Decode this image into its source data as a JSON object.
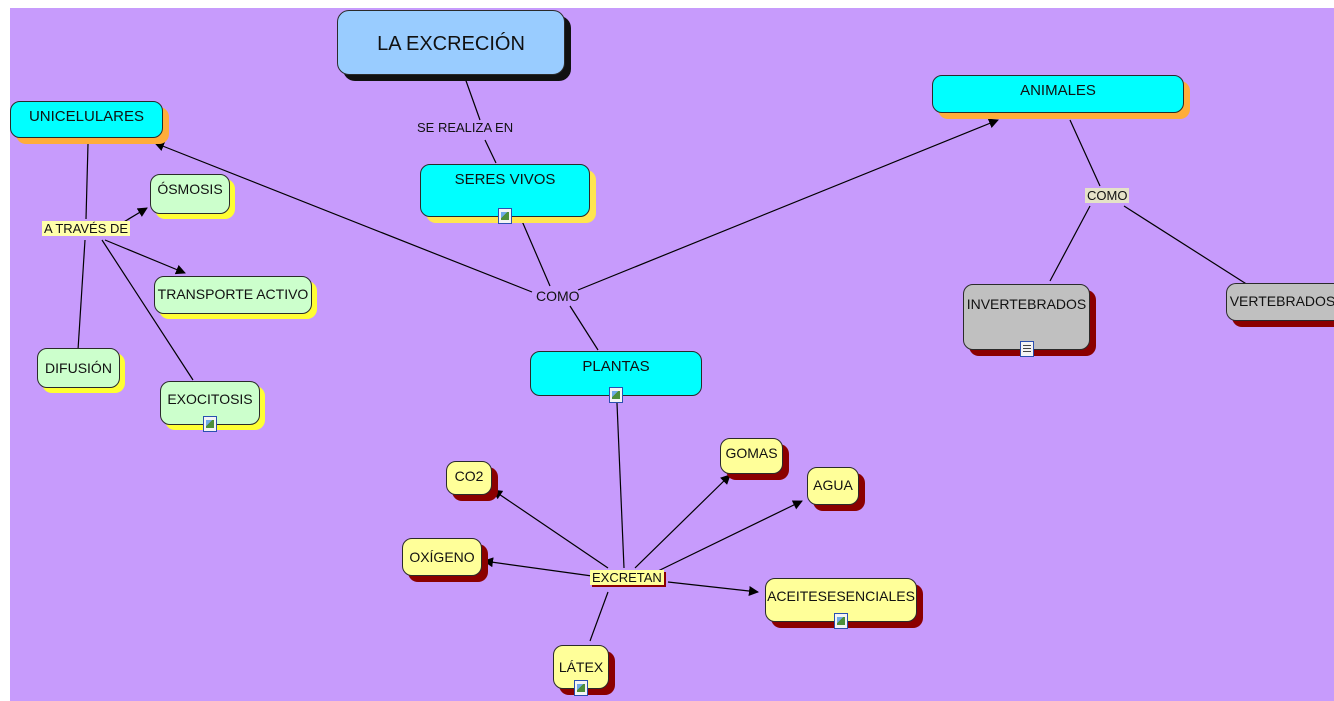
{
  "title": "LA EXCRECIÓN",
  "nodes": {
    "seres_vivos": "SERES VIVOS",
    "unicelulares": "UNICELULARES",
    "animales": "ANIMALES",
    "plantas": "PLANTAS",
    "osmosis": "ÓSMOSIS",
    "transporte_activo": "TRANSPORTE ACTIVO",
    "difusion": "DIFUSIÓN",
    "exocitosis": "EXOCITOSIS",
    "invertebrados": "INVERTEBRADOS",
    "vertebrados": "VERTEBRADOS",
    "co2": "CO2",
    "gomas": "GOMAS",
    "agua": "AGUA",
    "oxigeno": "OXÍGENO",
    "aceites": "ACEITESESENCIALES",
    "latex": "LÁTEX"
  },
  "link_labels": {
    "se_realiza_en": "SE REALIZA EN",
    "como_center": "COMO",
    "como_animales": "COMO",
    "a_traves_de": "A TRAVÉS DE",
    "excretan": "EXCRETAN"
  },
  "icons": {
    "image_resource": "image-icon",
    "document_resource": "document-icon"
  },
  "colors": {
    "canvas": "#c79bfc",
    "title_fill": "#99ccff",
    "primary_fill": "#00ffff",
    "process_fill": "#ccffcc",
    "substance_fill": "#ffff99",
    "animal_group_fill": "#c0c0c0"
  }
}
